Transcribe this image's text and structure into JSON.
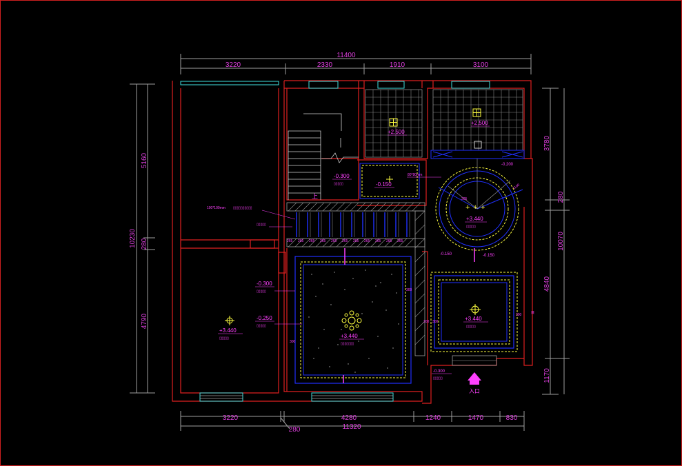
{
  "colors": {
    "background": "#000000",
    "wall": "#e02020",
    "dimension": "#e040e0",
    "grey_line": "#a0a0a0",
    "yellow_dash": "#ffff40",
    "blue": "#2030ff",
    "cyan": "#40e0e0",
    "white": "#ffffff"
  },
  "dimensions": {
    "top_total": "11400",
    "top_segments": [
      "3220",
      "2330",
      "1910",
      "3100"
    ],
    "bottom_total": "11320",
    "bottom_segments": [
      "3220",
      "4280",
      "1240",
      "1470",
      "830"
    ],
    "bottom_extra": "280",
    "left_total": "10230",
    "left_segments": [
      "5160",
      "280",
      "4790"
    ],
    "right_total": "10070",
    "right_segments": [
      "3780",
      "280",
      "4840",
      "1170"
    ]
  },
  "room_levels": {
    "bath1": "+2.500",
    "bath2": "+2.500",
    "stair_landing": "-0.300",
    "small_room": "-0.150",
    "circle_room": "+3.440",
    "circle_room_note": "-0.200",
    "main_hall": "+3.440",
    "main_hall_left_a": "-0.300",
    "main_hall_left_b": "-0.250",
    "left_room": "+3.440",
    "right_room": "+3.440",
    "right_note_a": "-0.150",
    "right_note_b": "-0.150",
    "entrance": "-0.300"
  },
  "annotations": {
    "beam_note": "100*100mm",
    "circle_note": "80*80mm",
    "stair_up": "上",
    "entrance_label": "入口",
    "hall_side_a": "300",
    "hall_side_b": "300",
    "hall_gap": "300",
    "right_side": "300",
    "right_gap": "300",
    "right_small": "205",
    "circle_angle": "205",
    "circle_dim": "1100",
    "beam_spacing": "265"
  }
}
